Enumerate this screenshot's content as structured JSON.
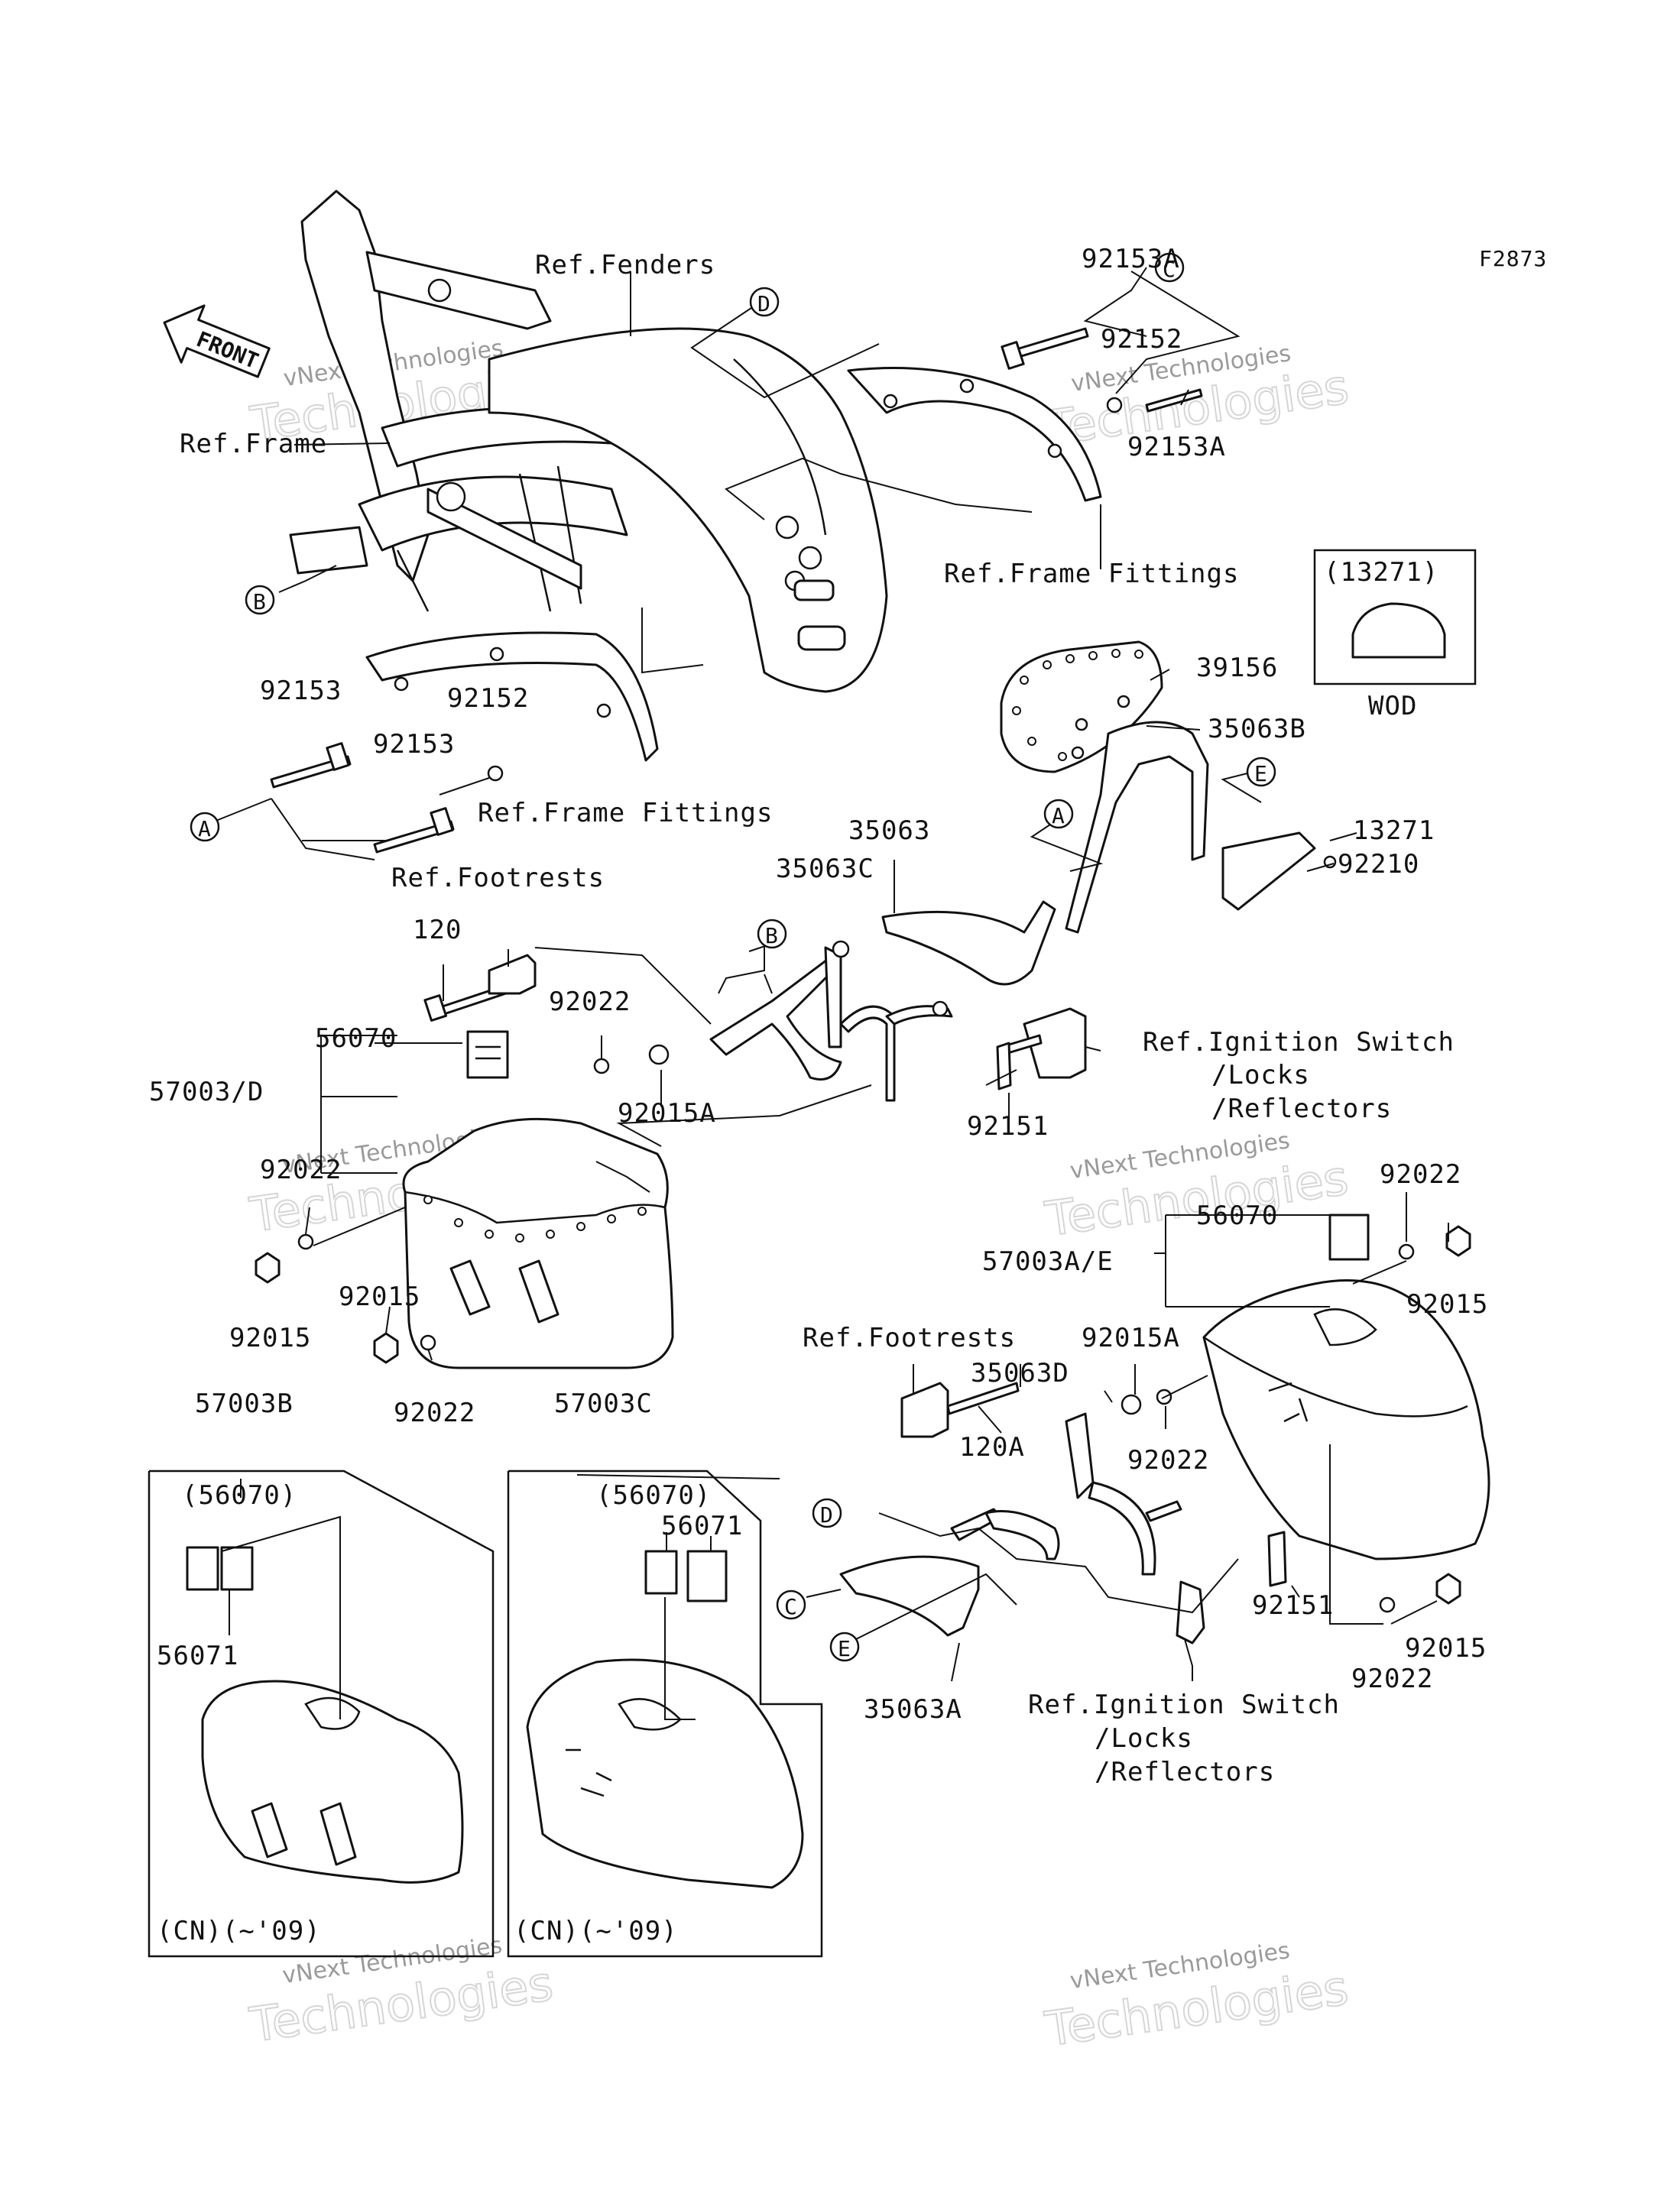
{
  "figure_code": "F2873",
  "front_arrow": "FRONT",
  "watermark": {
    "line1": "vNext Technologies",
    "line2": "Technologies"
  },
  "refs": {
    "fenders": "Ref.Fenders",
    "frame": "Ref.Frame",
    "frame_fittings": "Ref.Frame Fittings",
    "footrests": "Ref.Footrests",
    "ignition_1": "Ref.Ignition Switch",
    "ignition_2": "/Locks",
    "ignition_3": "/Reflectors"
  },
  "callouts": [
    "A",
    "B",
    "C",
    "D",
    "E"
  ],
  "parts": {
    "p92153A": "92153A",
    "p92152": "92152",
    "p92153": "92153",
    "p39156": "39156",
    "p35063B": "35063B",
    "p13271": "13271",
    "p92210": "92210",
    "p35063": "35063",
    "p35063C": "35063C",
    "p120": "120",
    "p120A": "120A",
    "p56070": "56070",
    "p56071": "56071",
    "p56070_paren": "(56070)",
    "p57003D": "57003/D",
    "p57003AE": "57003A/E",
    "p57003B": "57003B",
    "p57003C": "57003C",
    "p92022": "92022",
    "p92015": "92015",
    "p92015A": "92015A",
    "p92151": "92151",
    "p35063D": "35063D",
    "p35063A": "35063A"
  },
  "inset_wod": {
    "code": "(13271)",
    "label": "WOD"
  },
  "variant_note": "(CN)(~'09)"
}
